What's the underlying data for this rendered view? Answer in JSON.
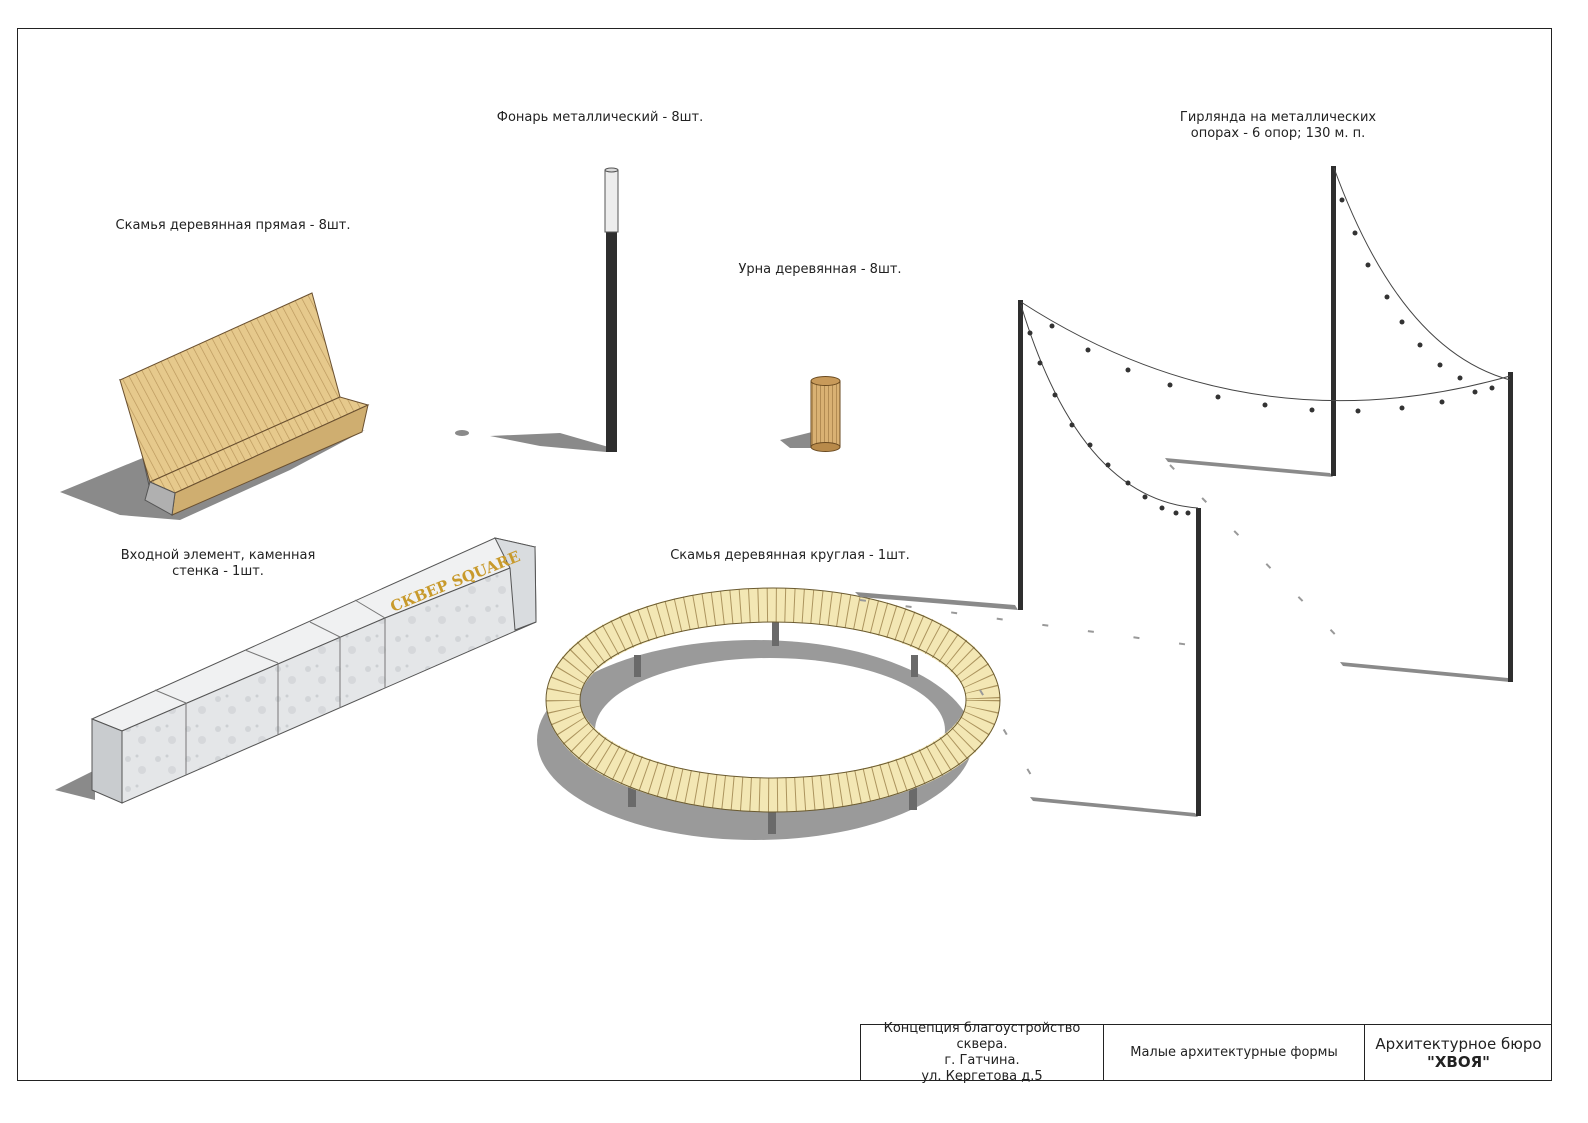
{
  "labels": {
    "lamp": "Фонарь металлический - 8шт.",
    "garland": "Гирлянда на металлических\nопорах - 6 опор; 130 м. п.",
    "bench_straight": "Скамья деревянная прямая - 8шт.",
    "urn": "Урна деревянная - 8шт.",
    "entrance": "Входной элемент, каменная\nстенка - 1шт.",
    "bench_round": "Скамья деревянная круглая - 1шт."
  },
  "wall_sign": "СКВЕР SQUARE",
  "title_block": {
    "project": "Концепция благоустройство сквера.\nг. Гатчина.\nул. Кергетова д.5",
    "sheet": "Малые архитектурные формы",
    "office_name": "Архитектурное бюро",
    "office_brand": "\"ХВОЯ\""
  },
  "colors": {
    "wood": "#E6C98C",
    "wood_dark": "#B8955A",
    "bench_round_wood": "#F3E7B4",
    "metal": "#2E2E2E",
    "stone": "#E2E4E6",
    "shadow": "#8A8A8A",
    "sign_gold": "#C89A2C"
  }
}
